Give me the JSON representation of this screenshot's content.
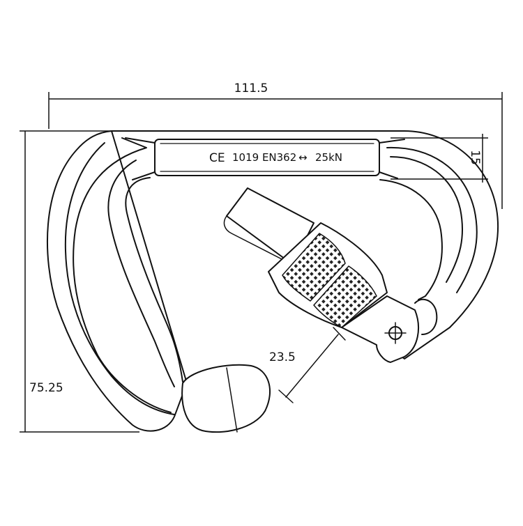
{
  "dimensions": {
    "width": "111.5",
    "height": "75.25",
    "gate_opening": "23.5",
    "spine_thickness": "15"
  },
  "marking": {
    "ce": "CE",
    "standard": "1019 EN362",
    "arrow": "↔",
    "strength": "25kN"
  },
  "colors": {
    "line": "#111111",
    "background": "#ffffff"
  }
}
